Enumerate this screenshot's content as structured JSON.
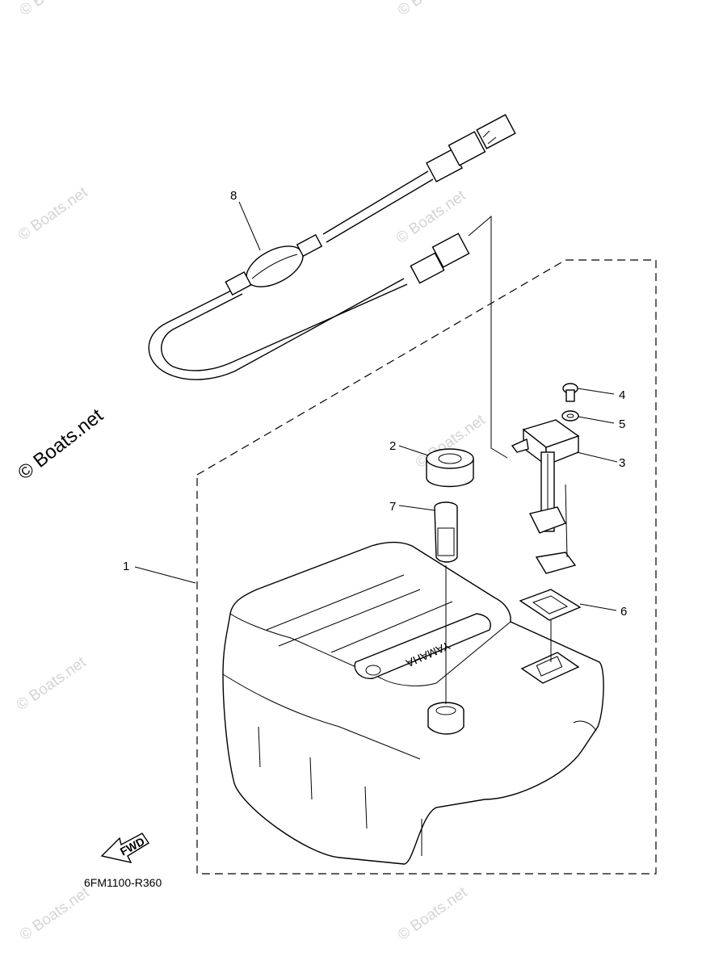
{
  "diagram": {
    "diagram_code": "6FM1100-R360",
    "fwd_label": "FWD",
    "brand_text": "YAMAHA",
    "callouts": [
      {
        "id": "1",
        "label": "1"
      },
      {
        "id": "2",
        "label": "2"
      },
      {
        "id": "3",
        "label": "3"
      },
      {
        "id": "4",
        "label": "4"
      },
      {
        "id": "5",
        "label": "5"
      },
      {
        "id": "6",
        "label": "6"
      },
      {
        "id": "7",
        "label": "7"
      },
      {
        "id": "8",
        "label": "8"
      }
    ]
  },
  "watermark": {
    "text": "© Boats.net",
    "color": "#d4d4d4",
    "main_color": "#000000"
  }
}
